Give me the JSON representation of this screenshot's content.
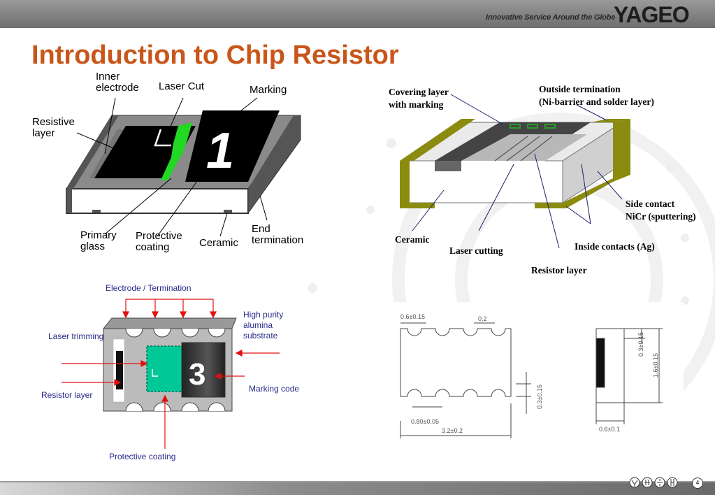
{
  "header": {
    "tagline": "Innovative Service Around the Globe",
    "logo": "YAGEO"
  },
  "title": "Introduction to Chip Resistor",
  "diagram1": {
    "inner_electrode": [
      "Inner",
      "electrode"
    ],
    "laser_cut": "Laser Cut",
    "marking": "Marking",
    "resistive_layer": [
      "Resistive",
      "layer"
    ],
    "primary_glass": [
      "Primary",
      "glass"
    ],
    "protective_coating": [
      "Protective",
      "coating"
    ],
    "ceramic": "Ceramic",
    "end_termination": [
      "End",
      "termination"
    ],
    "marking_digit": "1"
  },
  "diagram2": {
    "covering_layer": [
      "Covering layer",
      "with marking"
    ],
    "outside_termination": [
      "Outside termination",
      "(Ni-barrier and solder layer)"
    ],
    "side_contact": [
      "Side contact",
      "NiCr (sputtering)"
    ],
    "ceramic": "Ceramic",
    "laser_cutting": "Laser cutting",
    "inside_contacts": "Inside contacts (Ag)",
    "resistor_layer": "Resistor layer"
  },
  "diagram3": {
    "electrode_termination": "Electrode / Termination",
    "high_purity": [
      "High purity",
      "alumina",
      "substrate"
    ],
    "laser_trimming": "Laser trimming",
    "resistor_layer": "Resistor layer",
    "marking_code": "Marking code",
    "protective_coating": "Protective coating",
    "marking_digit": "3"
  },
  "dimensions": {
    "d1": "0.6±0.15",
    "d2": "0.2",
    "d3": "0.3±0.15",
    "d4": "0.80±0.05",
    "d5": "3.2±0.2",
    "d6": "0.3±0.15",
    "d7": "1.6±0.15",
    "d8": "0.6±0.1"
  },
  "footer": {
    "page_number": "4"
  },
  "colors": {
    "title": "#c8561a",
    "termination_olive": "#8b8b10",
    "laser_green": "#22d822",
    "trim_teal": "#00c896",
    "arrow_red": "#e01010"
  }
}
